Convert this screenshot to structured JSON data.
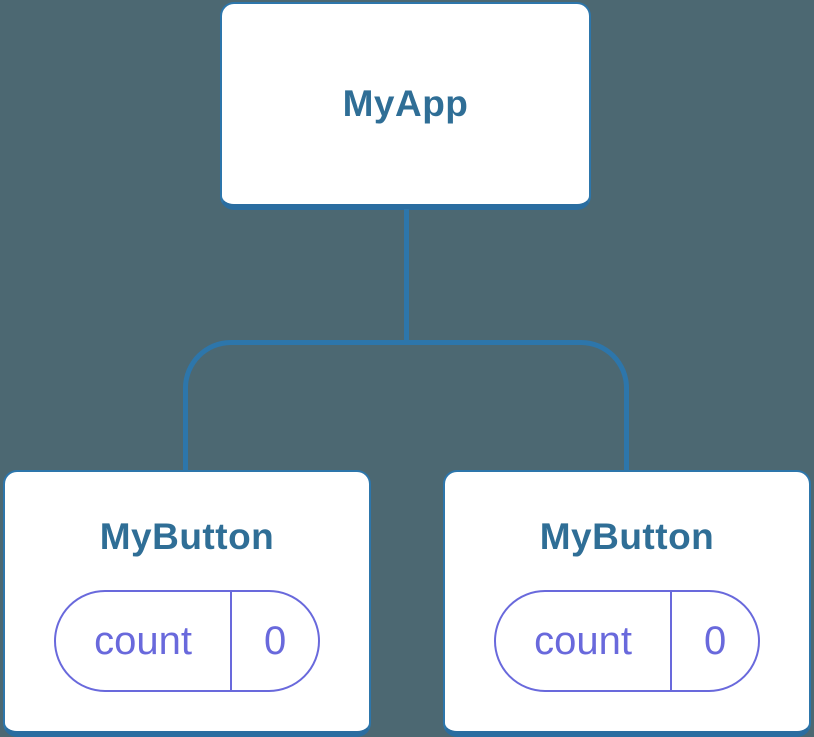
{
  "colors": {
    "background": "#4c6872",
    "card_bg": "#ffffff",
    "card_border": "#2d76ab",
    "card_border_bottom": "#2a6da0",
    "connector": "#2d76ab",
    "title_text": "#2f6e96",
    "state_accent": "#6969dc"
  },
  "tree": {
    "root": {
      "label": "MyApp"
    },
    "children": [
      {
        "label": "MyButton",
        "state": {
          "key": "count",
          "value": "0"
        }
      },
      {
        "label": "MyButton",
        "state": {
          "key": "count",
          "value": "0"
        }
      }
    ]
  }
}
